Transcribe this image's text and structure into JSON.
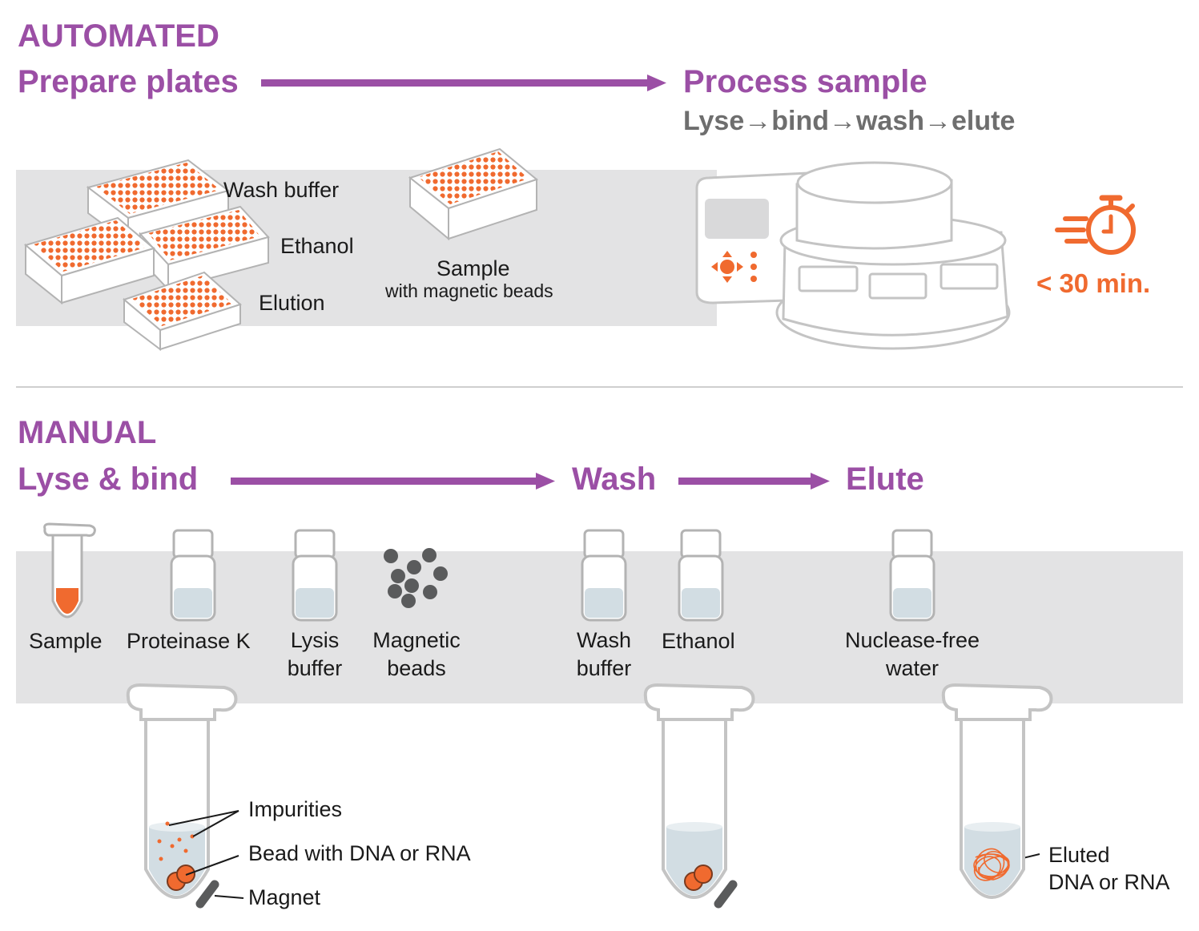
{
  "colors": {
    "purple": "#9b4fa5",
    "orange": "#f06a2f",
    "dark_gray_text": "#6e6e6e",
    "band_gray": "#e3e3e4",
    "bead_gray": "#5a5b5c"
  },
  "automated": {
    "heading": "AUTOMATED",
    "step_prepare": "Prepare plates",
    "step_process": "Process sample",
    "process_detail": "Lyse→bind→wash→elute",
    "plate_labels": {
      "wash_buffer": "Wash buffer",
      "ethanol": "Ethanol",
      "elution": "Elution",
      "sample": "Sample",
      "sample_sub": "with magnetic beads"
    },
    "timer_icon": "stopwatch-icon",
    "time": "< 30 min."
  },
  "manual": {
    "heading": "MANUAL",
    "step_lyse": "Lyse & bind",
    "step_wash": "Wash",
    "step_elute": "Elute",
    "reagents": {
      "sample": "Sample",
      "proteinase_k": "Proteinase K",
      "lysis_line1": "Lysis",
      "lysis_line2": "buffer",
      "beads_line1": "Magnetic",
      "beads_line2": "beads",
      "wash_line1": "Wash",
      "wash_line2": "buffer",
      "ethanol": "Ethanol",
      "water_line1": "Nuclease-free",
      "water_line2": "water"
    },
    "callouts": {
      "impurities": "Impurities",
      "bead": "Bead with DNA or RNA",
      "magnet": "Magnet",
      "eluted_line1": "Eluted",
      "eluted_line2": "DNA or RNA"
    }
  }
}
